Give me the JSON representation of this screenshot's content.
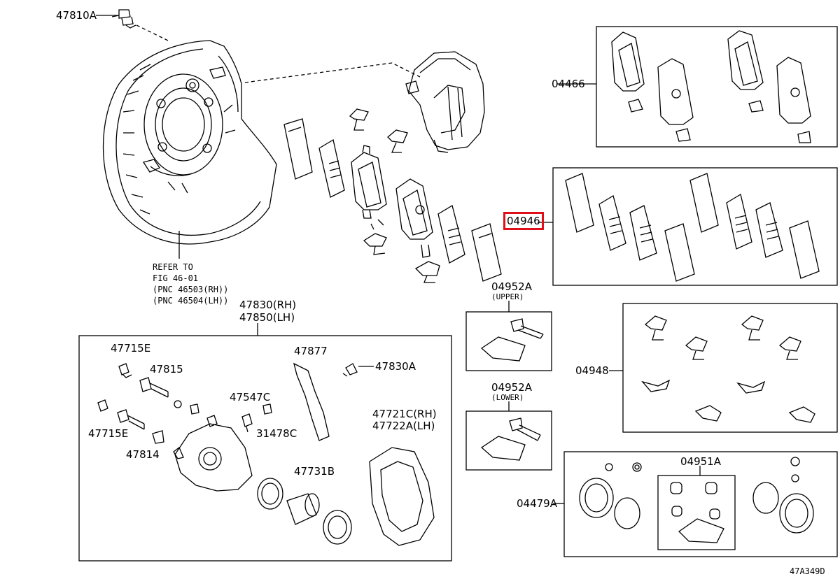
{
  "diagram": {
    "refer_note": [
      "REFER TO",
      "FIG 46-01",
      "(PNC 46503(RH))",
      "(PNC 46504(LH))"
    ],
    "labels": {
      "backing_bolt": "47810A",
      "caliper_assy_rh": "47830(RH)",
      "caliper_assy_lh": "47850(LH)",
      "bleeder_cap": "47715E",
      "pin_47815": "47815",
      "bleeder_plug": "47547C",
      "cap_31478c": "31478C",
      "bleeder_cap_2": "47715E",
      "pin_47814": "47814",
      "spring_47877": "47877",
      "bolt_47830a": "47830A",
      "support_rh": "47721C(RH)",
      "support_lh": "47722A(LH)",
      "piston": "47731B",
      "pad_kit": "04466",
      "shim_kit": "04946",
      "boot_kit_upper": "04952A",
      "upper": "(UPPER)",
      "boot_kit_lower": "04952A",
      "lower": "(LOWER)",
      "fitting_kit": "04948",
      "cylinder_kit": "04479A",
      "boot_kit_inner": "04951A",
      "figure_code": "47A349D"
    },
    "highlighted": "04946"
  }
}
